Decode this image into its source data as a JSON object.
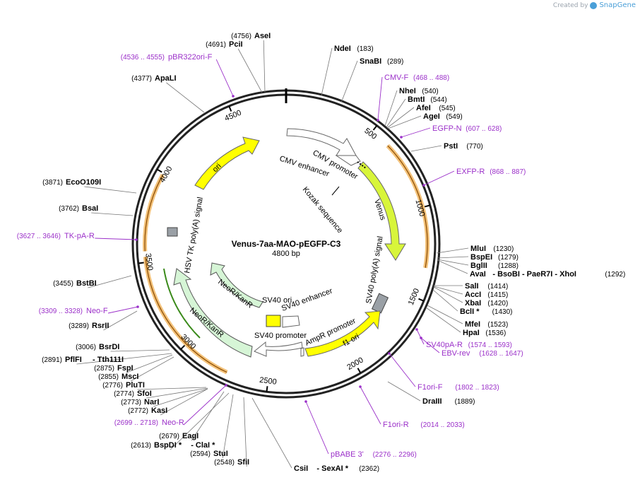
{
  "credit": {
    "created_by": "Created by",
    "brand": "SnapGene"
  },
  "plasmid": {
    "name": "Venus-7aa-MAO-pEGFP-C3",
    "size_label": "4800 bp"
  },
  "map": {
    "total_bp": 4800,
    "tick_labels": [
      {
        "bp": 500,
        "text": "500"
      },
      {
        "bp": 1000,
        "text": "1000"
      },
      {
        "bp": 1500,
        "text": "1500"
      },
      {
        "bp": 2000,
        "text": "2000"
      },
      {
        "bp": 2500,
        "text": "2500"
      },
      {
        "bp": 3000,
        "text": "3000"
      },
      {
        "bp": 3500,
        "text": "3500"
      },
      {
        "bp": 4000,
        "text": "4000"
      },
      {
        "bp": 4500,
        "text": "4500"
      }
    ],
    "feature_labels": {
      "cmv_enhancer": "CMV enhancer",
      "cmv_promoter": "CMV promoter",
      "kozak": "Kozak sequence",
      "venus": "Venus",
      "sv40_polya": "SV40 poly(A) signal",
      "f1_ori": "f1 ori",
      "ampr_promoter": "AmpR promoter",
      "sv40_promoter": "SV40 promoter",
      "sv40_ori": "SV40 ori",
      "sv40_enhancer": "SV40 enhancer",
      "neokanr_inner": "NeoR/KanR",
      "neokanr_outer": "NeoR/KanR",
      "hsv_tk": "HSV TK poly(A) signal",
      "ori": "ori"
    },
    "enzymes": [
      {
        "name": "AseI",
        "pos": "(4756)"
      },
      {
        "name": "PciI",
        "pos": "(4691)"
      },
      {
        "name": "ApaLI",
        "pos": "(4377)"
      },
      {
        "name": "NdeI",
        "pos": "(183)"
      },
      {
        "name": "SnaBI",
        "pos": "(289)"
      },
      {
        "name": "NheI",
        "pos": "(540)"
      },
      {
        "name": "BmtI",
        "pos": "(544)"
      },
      {
        "name": "AfeI",
        "pos": "(545)"
      },
      {
        "name": "AgeI",
        "pos": "(549)"
      },
      {
        "name": "PstI",
        "pos": "(770)"
      },
      {
        "name": "EcoO109I",
        "pos": "(3871)"
      },
      {
        "name": "BsaI",
        "pos": "(3762)"
      },
      {
        "name": "BstBI",
        "pos": "(3455)"
      },
      {
        "name": "RsrII",
        "pos": "(3289)"
      },
      {
        "name": "MluI",
        "pos": "(1230)"
      },
      {
        "name": "BspEI",
        "pos": "(1279)"
      },
      {
        "name": "BglII",
        "pos": "(1288)"
      },
      {
        "name": "AvaI",
        "pos": "(1292)",
        "extra": "- BsoBI  - PaeR7I  - XhoI"
      },
      {
        "name": "SalI",
        "pos": "(1414)"
      },
      {
        "name": "AccI",
        "pos": "(1415)"
      },
      {
        "name": "XbaI",
        "pos": "(1420)"
      },
      {
        "name": "BclI *",
        "pos": "(1430)"
      },
      {
        "name": "MfeI",
        "pos": "(1523)"
      },
      {
        "name": "HpaI",
        "pos": "(1536)"
      },
      {
        "name": "BsrDI",
        "pos": "(3006)"
      },
      {
        "name": "PflFI",
        "pos": "(2891)",
        "extra": "- Tth111I"
      },
      {
        "name": "FspI",
        "pos": "(2875)"
      },
      {
        "name": "MscI",
        "pos": "(2855)"
      },
      {
        "name": "PluTI",
        "pos": "(2776)"
      },
      {
        "name": "SfoI",
        "pos": "(2774)"
      },
      {
        "name": "NarI",
        "pos": "(2773)"
      },
      {
        "name": "KasI",
        "pos": "(2772)"
      },
      {
        "name": "EagI",
        "pos": "(2679)"
      },
      {
        "name": "BspDI *",
        "pos": "(2613)",
        "extra": "- ClaI *"
      },
      {
        "name": "StuI",
        "pos": "(2594)"
      },
      {
        "name": "SfiI",
        "pos": "(2548)"
      },
      {
        "name": "CsiI",
        "pos": "(2362)",
        "extra": "- SexAI *"
      },
      {
        "name": "DraIII",
        "pos": "(1889)"
      }
    ],
    "primers": [
      {
        "name": "pBR322ori-F",
        "pos": "(4536 .. 4555)"
      },
      {
        "name": "CMV-F",
        "pos": "(468 .. 488)"
      },
      {
        "name": "EGFP-N",
        "pos": "(607 .. 628)"
      },
      {
        "name": "EXFP-R",
        "pos": "(868 .. 887)"
      },
      {
        "name": "TK-pA-R",
        "pos": "(3627 .. 3646)"
      },
      {
        "name": "Neo-F",
        "pos": "(3309 .. 3328)"
      },
      {
        "name": "SV40pA-R",
        "pos": "(1574 .. 1593)"
      },
      {
        "name": "EBV-rev",
        "pos": "(1628 .. 1647)"
      },
      {
        "name": "F1ori-F",
        "pos": "(1802 .. 1823)"
      },
      {
        "name": "F1ori-R",
        "pos": "(2014 .. 2033)"
      },
      {
        "name": "Neo-R",
        "pos": "(2699 .. 2718)"
      },
      {
        "name": "pBABE 3'",
        "pos": "(2276 .. 2296)"
      }
    ]
  }
}
